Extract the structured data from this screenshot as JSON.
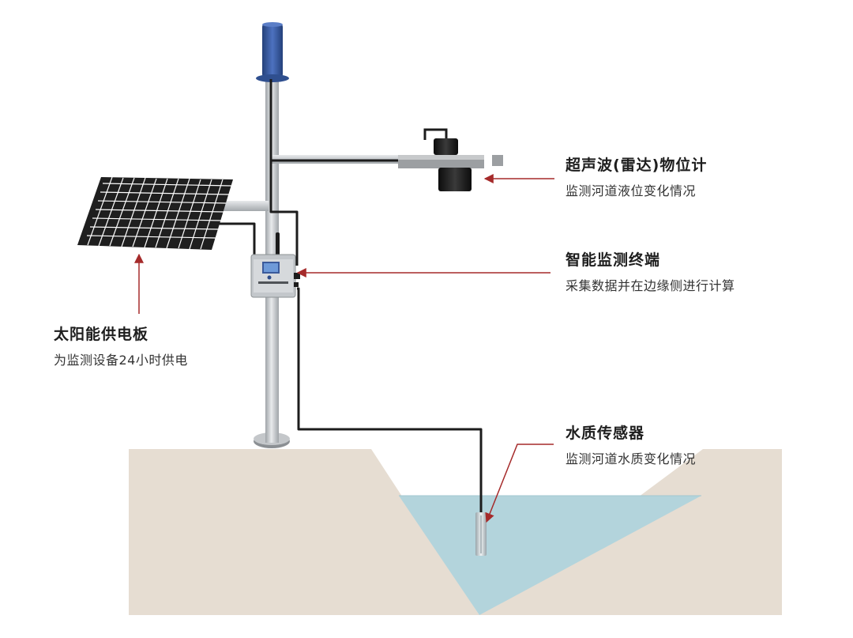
{
  "colors": {
    "ground": "#e6ddd2",
    "water": "#b3d4dc",
    "pole": "#c9cccf",
    "cable": "#1c1c1c",
    "leader": "#a52a2a",
    "panel": "#2a2a2a",
    "device": "#b9bdc1",
    "cap": "#3a5aa0"
  },
  "components": {
    "radar": {
      "title": "超声波(雷达)物位计",
      "desc": "监测河道液位变化情况",
      "icon": "radar-level-gauge-icon"
    },
    "terminal": {
      "title": "智能监测终端",
      "desc": "采集数据并在边缘侧进行计算",
      "icon": "monitoring-terminal-icon"
    },
    "solar": {
      "title": "太阳能供电板",
      "desc": "为监测设备24小时供电",
      "icon": "solar-panel-icon"
    },
    "sensor": {
      "title": "水质传感器",
      "desc": "监测河道水质变化情况",
      "icon": "water-quality-sensor-icon"
    }
  }
}
